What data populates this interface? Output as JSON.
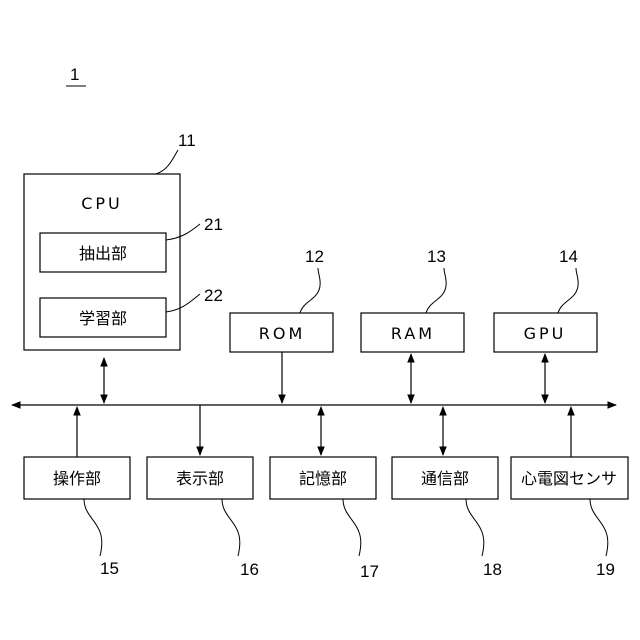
{
  "figure_ref": "1",
  "cpu": {
    "ref": "11",
    "label": "CPU",
    "units": [
      {
        "ref": "21",
        "label": "抽出部"
      },
      {
        "ref": "22",
        "label": "学習部"
      }
    ]
  },
  "top_units": [
    {
      "ref": "12",
      "label": "ROM"
    },
    {
      "ref": "13",
      "label": "RAM"
    },
    {
      "ref": "14",
      "label": "GPU"
    }
  ],
  "bottom_units": [
    {
      "ref": "15",
      "label": "操作部"
    },
    {
      "ref": "16",
      "label": "表示部"
    },
    {
      "ref": "17",
      "label": "記憶部"
    },
    {
      "ref": "18",
      "label": "通信部"
    },
    {
      "ref": "19",
      "label": "心電図センサ"
    }
  ]
}
